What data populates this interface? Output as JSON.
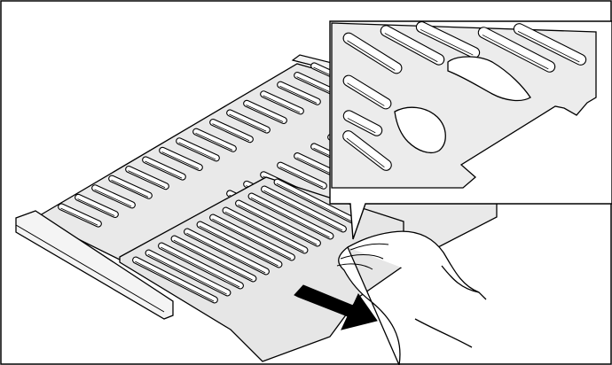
{
  "figure": {
    "description_visible_text": "",
    "elements": {
      "frame": "border",
      "shelf": "pull-out-shelf-icon",
      "mat": "slotted-insert-mat",
      "zoom": "detail-callout",
      "arrow": "pull-direction-arrow",
      "hand": "hand"
    },
    "colors": {
      "line": "#000000",
      "tray_fill": "#e6e6e6",
      "detail_fill": "#ececec",
      "slot_fill": "#ffffff",
      "arrow_fill": "#000000",
      "background": "#ffffff"
    }
  }
}
